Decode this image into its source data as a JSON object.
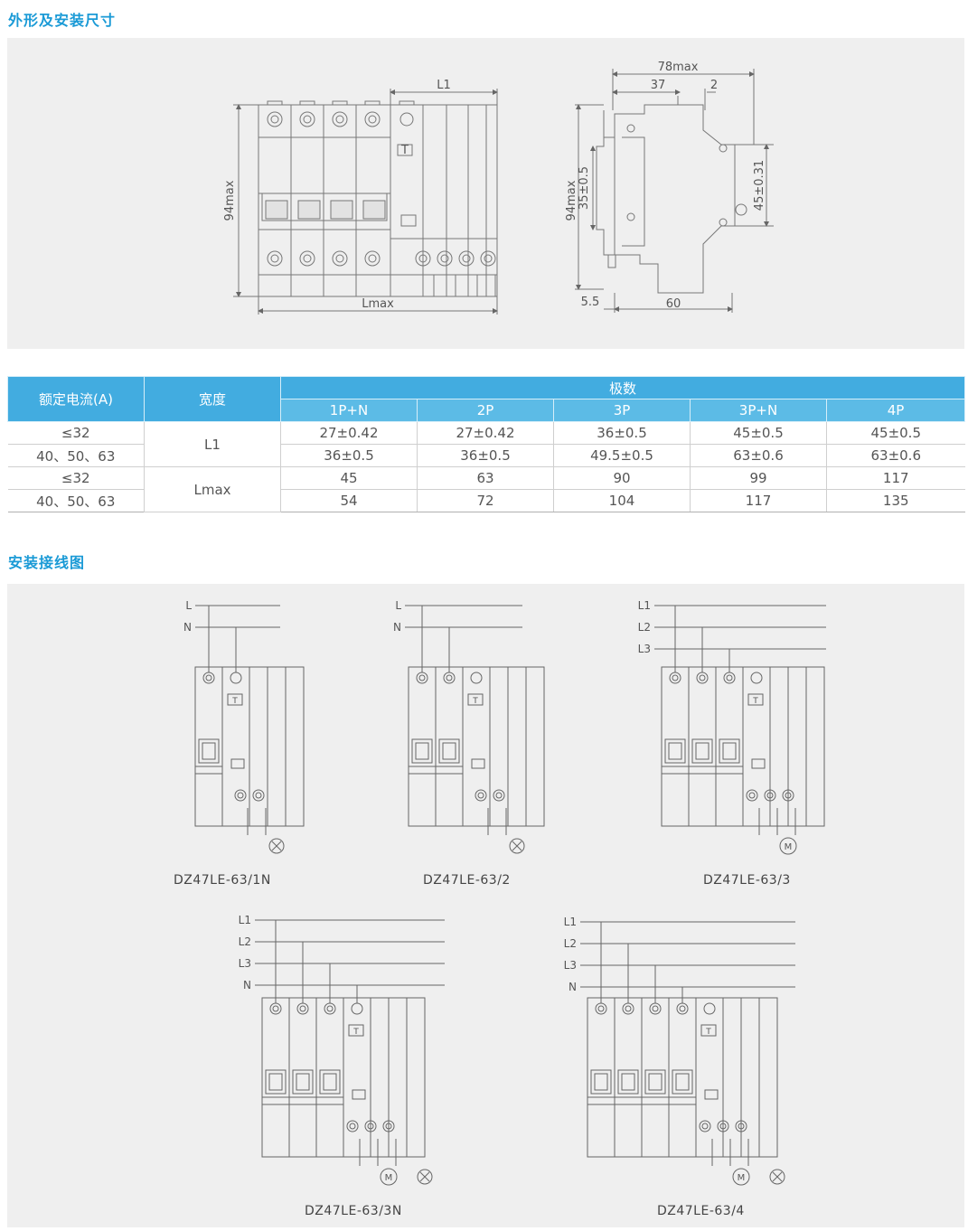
{
  "sections": {
    "dimensions_title": "外形及安装尺寸",
    "wiring_title": "安装接线图"
  },
  "drawing_labels": {
    "front_l1": "L1",
    "front_height": "94max",
    "front_lmax": "Lmax",
    "side_width": "78max",
    "side_37": "37",
    "side_2": "2",
    "side_height": "94max",
    "side_35": "35±0.5",
    "side_45": "45±0.31",
    "side_55": "5.5",
    "side_60": "60",
    "test_button": "T"
  },
  "table": {
    "header_current": "额定电流(A)",
    "header_width": "宽度",
    "header_poles": "极数",
    "poles": [
      "1P+N",
      "2P",
      "3P",
      "3P+N",
      "4P"
    ],
    "rows": [
      {
        "current": "≤32",
        "width": "L1",
        "values": [
          "27±0.42",
          "27±0.42",
          "36±0.5",
          "45±0.5",
          "45±0.5"
        ]
      },
      {
        "current": "40、50、63",
        "width": "",
        "values": [
          "36±0.5",
          "36±0.5",
          "49.5±0.5",
          "63±0.6",
          "63±0.6"
        ]
      },
      {
        "current": "≤32",
        "width": "Lmax",
        "values": [
          "45",
          "63",
          "90",
          "99",
          "117"
        ]
      },
      {
        "current": "40、50、63",
        "width": "",
        "values": [
          "54",
          "72",
          "104",
          "117",
          "135"
        ]
      }
    ]
  },
  "wiring": {
    "line_labels": {
      "L": "L",
      "N": "N",
      "L1": "L1",
      "L2": "L2",
      "L3": "L3"
    },
    "motor_label": "M",
    "diagrams": [
      {
        "caption": "DZ47LE-63/1N"
      },
      {
        "caption": "DZ47LE-63/2"
      },
      {
        "caption": "DZ47LE-63/3"
      },
      {
        "caption": "DZ47LE-63/3N"
      },
      {
        "caption": "DZ47LE-63/4"
      }
    ]
  }
}
